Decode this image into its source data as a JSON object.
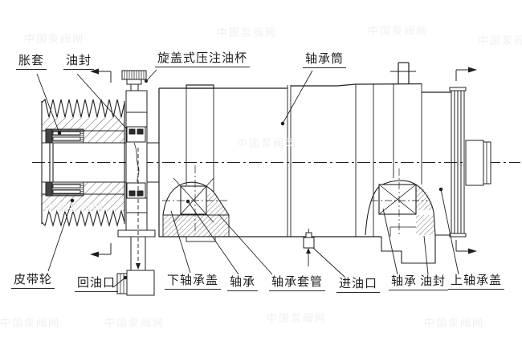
{
  "page": {
    "background": "#ffffff",
    "line_color": "#1f1f1f"
  },
  "callouts": {
    "expansion_sleeve": "胀套",
    "oil_seal_left": "油封",
    "grease_cup": "旋盖式压注油杯",
    "bearing_cylinder": "轴承筒",
    "belt_pulley": "皮带轮",
    "oil_return_port": "回油口",
    "lower_bearing_cover": "下轴承盖",
    "bearing_left": "轴承",
    "bearing_sleeve": "轴承套管",
    "oil_inlet_port": "进油口",
    "bearing_right": "轴承",
    "oil_seal_right": "油封",
    "upper_bearing_cover": "上轴承盖"
  },
  "watermark": {
    "text": "中国泵阀网",
    "color": "#f0f0f0"
  }
}
